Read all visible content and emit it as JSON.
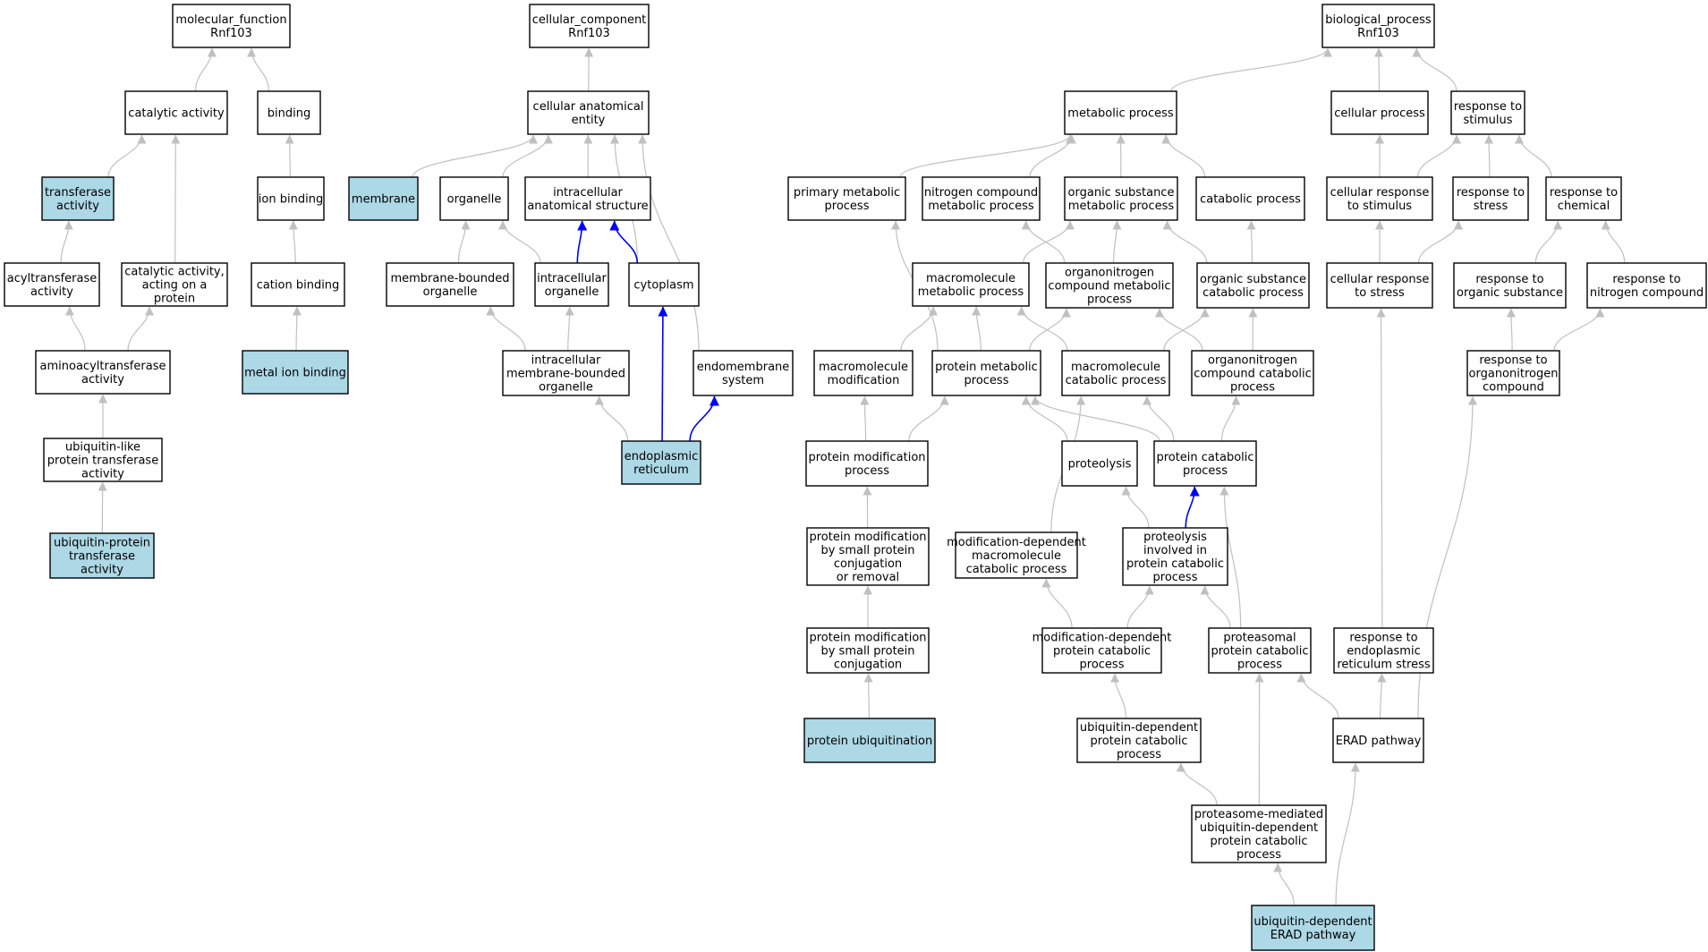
{
  "colors": {
    "highlight_fill": "#add8e6",
    "default_fill": "#ffffff",
    "edge_gray": "#c0c0c0",
    "edge_blue": "#0000ff"
  },
  "nodes": [
    {
      "id": "mf",
      "lines": [
        "molecular_function",
        "Rnf103"
      ]
    },
    {
      "id": "catalytic",
      "lines": [
        "catalytic activity"
      ]
    },
    {
      "id": "binding",
      "lines": [
        "binding"
      ]
    },
    {
      "id": "transferase",
      "lines": [
        "transferase",
        "activity"
      ],
      "highlight": true
    },
    {
      "id": "ionbinding",
      "lines": [
        "ion binding"
      ]
    },
    {
      "id": "acyltrans",
      "lines": [
        "acyltransferase",
        "activity"
      ]
    },
    {
      "id": "catprot",
      "lines": [
        "catalytic activity,",
        "acting on a",
        "protein"
      ]
    },
    {
      "id": "cation",
      "lines": [
        "cation binding"
      ]
    },
    {
      "id": "aminoacyl",
      "lines": [
        "aminoacyltransferase",
        "activity"
      ]
    },
    {
      "id": "metalion",
      "lines": [
        "metal ion binding"
      ],
      "highlight": true
    },
    {
      "id": "ubiqlike",
      "lines": [
        "ubiquitin-like",
        "protein transferase",
        "activity"
      ]
    },
    {
      "id": "ubiqprot",
      "lines": [
        "ubiquitin-protein",
        "transferase",
        "activity"
      ],
      "highlight": true
    },
    {
      "id": "cc",
      "lines": [
        "cellular_component",
        "Rnf103"
      ]
    },
    {
      "id": "cellanat",
      "lines": [
        "cellular anatomical",
        "entity"
      ]
    },
    {
      "id": "membrane",
      "lines": [
        "membrane"
      ],
      "highlight": true
    },
    {
      "id": "organelle",
      "lines": [
        "organelle"
      ]
    },
    {
      "id": "intraanat",
      "lines": [
        "intracellular",
        "anatomical structure"
      ]
    },
    {
      "id": "membbound",
      "lines": [
        "membrane-bounded",
        "organelle"
      ]
    },
    {
      "id": "intraorg",
      "lines": [
        "intracellular",
        "organelle"
      ]
    },
    {
      "id": "cytoplasm",
      "lines": [
        "cytoplasm"
      ]
    },
    {
      "id": "intramemb",
      "lines": [
        "intracellular",
        "membrane-bounded",
        "organelle"
      ]
    },
    {
      "id": "endomemb",
      "lines": [
        "endomembrane",
        "system"
      ]
    },
    {
      "id": "er",
      "lines": [
        "endoplasmic",
        "reticulum"
      ],
      "highlight": true
    },
    {
      "id": "bp",
      "lines": [
        "biological_process",
        "Rnf103"
      ]
    },
    {
      "id": "metabolic",
      "lines": [
        "metabolic process"
      ]
    },
    {
      "id": "cellproc",
      "lines": [
        "cellular process"
      ]
    },
    {
      "id": "respstim",
      "lines": [
        "response to",
        "stimulus"
      ]
    },
    {
      "id": "primmet",
      "lines": [
        "primary metabolic",
        "process"
      ]
    },
    {
      "id": "nitrocomp",
      "lines": [
        "nitrogen compound",
        "metabolic process"
      ]
    },
    {
      "id": "orgsubmet",
      "lines": [
        "organic substance",
        "metabolic process"
      ]
    },
    {
      "id": "catabolic",
      "lines": [
        "catabolic process"
      ]
    },
    {
      "id": "cellrespstim",
      "lines": [
        "cellular response",
        "to stimulus"
      ]
    },
    {
      "id": "respstress",
      "lines": [
        "response to",
        "stress"
      ]
    },
    {
      "id": "respchem",
      "lines": [
        "response to",
        "chemical"
      ]
    },
    {
      "id": "macromet",
      "lines": [
        "macromolecule",
        "metabolic process"
      ]
    },
    {
      "id": "organonitmet",
      "lines": [
        "organonitrogen",
        "compound metabolic",
        "process"
      ]
    },
    {
      "id": "orgsubcat",
      "lines": [
        "organic substance",
        "catabolic process"
      ]
    },
    {
      "id": "cellrespstress",
      "lines": [
        "cellular response",
        "to stress"
      ]
    },
    {
      "id": "resporgsub",
      "lines": [
        "response to",
        "organic substance"
      ]
    },
    {
      "id": "respnitro",
      "lines": [
        "response to",
        "nitrogen compound"
      ]
    },
    {
      "id": "macromod",
      "lines": [
        "macromolecule",
        "modification"
      ]
    },
    {
      "id": "protmet",
      "lines": [
        "protein metabolic",
        "process"
      ]
    },
    {
      "id": "macrocat",
      "lines": [
        "macromolecule",
        "catabolic process"
      ]
    },
    {
      "id": "organonitcat",
      "lines": [
        "organonitrogen",
        "compound catabolic",
        "process"
      ]
    },
    {
      "id": "resporganonit",
      "lines": [
        "response to",
        "organonitrogen",
        "compound"
      ]
    },
    {
      "id": "protmod",
      "lines": [
        "protein modification",
        "process"
      ]
    },
    {
      "id": "proteolysis",
      "lines": [
        "proteolysis"
      ]
    },
    {
      "id": "protcat",
      "lines": [
        "protein catabolic",
        "process"
      ]
    },
    {
      "id": "protmodsmall",
      "lines": [
        "protein modification",
        "by small protein",
        "conjugation",
        "or removal"
      ]
    },
    {
      "id": "moddepmacro",
      "lines": [
        "modification-dependent",
        "macromolecule",
        "catabolic process"
      ]
    },
    {
      "id": "proteolysiscat",
      "lines": [
        "proteolysis",
        "involved in",
        "protein catabolic",
        "process"
      ]
    },
    {
      "id": "protmodconj",
      "lines": [
        "protein modification",
        "by small protein",
        "conjugation"
      ]
    },
    {
      "id": "moddepprot",
      "lines": [
        "modification-dependent",
        "protein catabolic",
        "process"
      ]
    },
    {
      "id": "proteasomal",
      "lines": [
        "proteasomal",
        "protein catabolic",
        "process"
      ]
    },
    {
      "id": "resper",
      "lines": [
        "response to",
        "endoplasmic",
        "reticulum stress"
      ]
    },
    {
      "id": "protubiq",
      "lines": [
        "protein ubiquitination"
      ],
      "highlight": true
    },
    {
      "id": "ubiqdepprot",
      "lines": [
        "ubiquitin-dependent",
        "protein catabolic",
        "process"
      ]
    },
    {
      "id": "erad",
      "lines": [
        "ERAD pathway"
      ]
    },
    {
      "id": "proteasomemed",
      "lines": [
        "proteasome-mediated",
        "ubiquitin-dependent",
        "protein catabolic",
        "process"
      ]
    },
    {
      "id": "ubiqerad",
      "lines": [
        "ubiquitin-dependent",
        "ERAD pathway"
      ],
      "highlight": true
    }
  ],
  "edges": [
    {
      "from": "catalytic",
      "to": "mf"
    },
    {
      "from": "binding",
      "to": "mf"
    },
    {
      "from": "transferase",
      "to": "catalytic"
    },
    {
      "from": "catprot",
      "to": "catalytic"
    },
    {
      "from": "ionbinding",
      "to": "binding"
    },
    {
      "from": "acyltrans",
      "to": "transferase"
    },
    {
      "from": "cation",
      "to": "ionbinding"
    },
    {
      "from": "aminoacyl",
      "to": "acyltrans"
    },
    {
      "from": "aminoacyl",
      "to": "catprot"
    },
    {
      "from": "metalion",
      "to": "cation"
    },
    {
      "from": "ubiqlike",
      "to": "aminoacyl"
    },
    {
      "from": "ubiqprot",
      "to": "ubiqlike"
    },
    {
      "from": "cellanat",
      "to": "cc"
    },
    {
      "from": "membrane",
      "to": "cellanat"
    },
    {
      "from": "organelle",
      "to": "cellanat"
    },
    {
      "from": "intraanat",
      "to": "cellanat"
    },
    {
      "from": "cytoplasm",
      "to": "cellanat"
    },
    {
      "from": "endomemb",
      "to": "cellanat"
    },
    {
      "from": "membbound",
      "to": "organelle"
    },
    {
      "from": "intraorg",
      "to": "organelle"
    },
    {
      "from": "intraorg",
      "to": "intraanat",
      "blue": true
    },
    {
      "from": "cytoplasm",
      "to": "intraanat",
      "blue": true
    },
    {
      "from": "intramemb",
      "to": "membbound"
    },
    {
      "from": "intramemb",
      "to": "intraorg"
    },
    {
      "from": "er",
      "to": "intramemb"
    },
    {
      "from": "er",
      "to": "cytoplasm",
      "blue": true
    },
    {
      "from": "er",
      "to": "endomemb",
      "blue": true
    },
    {
      "from": "metabolic",
      "to": "bp"
    },
    {
      "from": "cellproc",
      "to": "bp"
    },
    {
      "from": "respstim",
      "to": "bp"
    },
    {
      "from": "primmet",
      "to": "metabolic"
    },
    {
      "from": "nitrocomp",
      "to": "metabolic"
    },
    {
      "from": "orgsubmet",
      "to": "metabolic"
    },
    {
      "from": "catabolic",
      "to": "metabolic"
    },
    {
      "from": "cellrespstim",
      "to": "cellproc"
    },
    {
      "from": "cellrespstim",
      "to": "respstim"
    },
    {
      "from": "respstress",
      "to": "respstim"
    },
    {
      "from": "respchem",
      "to": "respstim"
    },
    {
      "from": "macromet",
      "to": "orgsubmet"
    },
    {
      "from": "organonitmet",
      "to": "nitrocomp"
    },
    {
      "from": "organonitmet",
      "to": "orgsubmet"
    },
    {
      "from": "orgsubcat",
      "to": "orgsubmet"
    },
    {
      "from": "orgsubcat",
      "to": "catabolic"
    },
    {
      "from": "cellrespstress",
      "to": "cellrespstim"
    },
    {
      "from": "cellrespstress",
      "to": "respstress"
    },
    {
      "from": "resporgsub",
      "to": "respchem"
    },
    {
      "from": "respnitro",
      "to": "respchem"
    },
    {
      "from": "macromod",
      "to": "macromet"
    },
    {
      "from": "protmet",
      "to": "primmet"
    },
    {
      "from": "protmet",
      "to": "macromet"
    },
    {
      "from": "protmet",
      "to": "organonitmet"
    },
    {
      "from": "macrocat",
      "to": "macromet"
    },
    {
      "from": "macrocat",
      "to": "orgsubcat"
    },
    {
      "from": "organonitcat",
      "to": "organonitmet"
    },
    {
      "from": "organonitcat",
      "to": "orgsubcat"
    },
    {
      "from": "resporganonit",
      "to": "resporgsub"
    },
    {
      "from": "resporganonit",
      "to": "respnitro"
    },
    {
      "from": "protmod",
      "to": "macromod"
    },
    {
      "from": "protmod",
      "to": "protmet"
    },
    {
      "from": "proteolysis",
      "to": "protmet"
    },
    {
      "from": "protcat",
      "to": "protmet"
    },
    {
      "from": "protcat",
      "to": "macrocat"
    },
    {
      "from": "protcat",
      "to": "organonitcat"
    },
    {
      "from": "protmodsmall",
      "to": "protmod"
    },
    {
      "from": "moddepmacro",
      "to": "macrocat"
    },
    {
      "from": "proteolysiscat",
      "to": "proteolysis"
    },
    {
      "from": "proteolysiscat",
      "to": "protcat",
      "blue": true
    },
    {
      "from": "protmodconj",
      "to": "protmodsmall"
    },
    {
      "from": "moddepprot",
      "to": "moddepmacro"
    },
    {
      "from": "moddepprot",
      "to": "proteolysiscat"
    },
    {
      "from": "proteasomal",
      "to": "proteolysiscat"
    },
    {
      "from": "proteasomal",
      "to": "protcat"
    },
    {
      "from": "resper",
      "to": "cellrespstress"
    },
    {
      "from": "protubiq",
      "to": "protmodconj"
    },
    {
      "from": "ubiqdepprot",
      "to": "moddepprot"
    },
    {
      "from": "erad",
      "to": "proteasomal"
    },
    {
      "from": "erad",
      "to": "resper"
    },
    {
      "from": "erad",
      "to": "resporganonit"
    },
    {
      "from": "proteasomemed",
      "to": "ubiqdepprot"
    },
    {
      "from": "proteasomemed",
      "to": "proteasomal"
    },
    {
      "from": "ubiqerad",
      "to": "proteasomemed"
    },
    {
      "from": "ubiqerad",
      "to": "erad"
    }
  ]
}
